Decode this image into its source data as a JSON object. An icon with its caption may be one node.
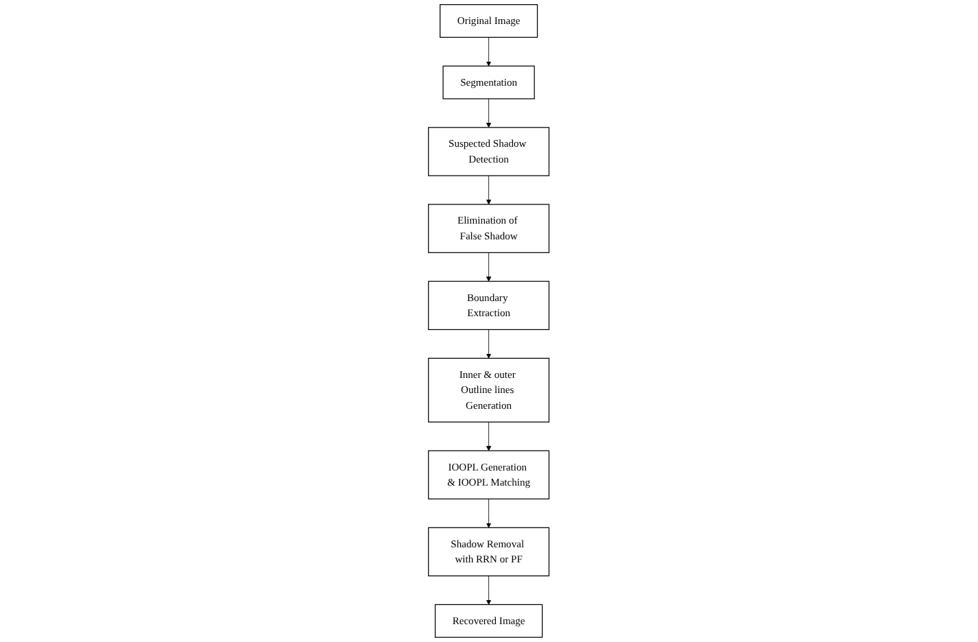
{
  "diagram": {
    "nodes": [
      {
        "text": [
          "Original Image"
        ]
      },
      {
        "text": [
          "Segmentation"
        ]
      },
      {
        "text": [
          "Suspected Shadow Detection"
        ]
      },
      {
        "text": [
          "Elimination of False Shadow"
        ]
      },
      {
        "text": [
          "Boundary Extraction"
        ]
      },
      {
        "text": [
          "Inner & outer Outline lines Generation"
        ]
      },
      {
        "text": [
          "IOOPL Generation & IOOPL Matching"
        ]
      },
      {
        "text": [
          "Shadow Removal with RRN or PF"
        ]
      },
      {
        "text": [
          "Recovered Image"
        ]
      }
    ],
    "edges": [
      {
        "from": 0,
        "to": 1,
        "arrow": "to"
      },
      {
        "from": 1,
        "to": 2,
        "arrow": "to"
      },
      {
        "from": 2,
        "to": 3,
        "arrow": "to"
      },
      {
        "from": 3,
        "to": 4,
        "arrow": "to"
      },
      {
        "from": 4,
        "to": 5,
        "arrow": "to"
      },
      {
        "from": 5,
        "to": 6,
        "arrow": "to"
      },
      {
        "from": 6,
        "to": 7,
        "arrow": "to"
      },
      {
        "from": 7,
        "to": 8,
        "arrow": "to"
      }
    ]
  }
}
